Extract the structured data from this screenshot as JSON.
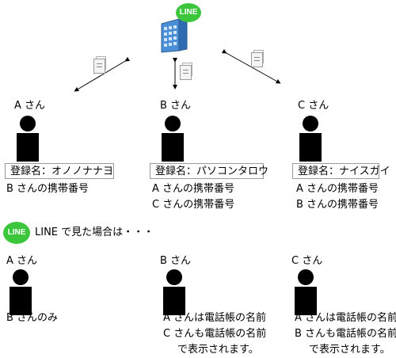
{
  "server": {
    "logo_text": "LINE"
  },
  "top": {
    "a": {
      "name": "A さん",
      "registered": "登録名：オノノナナヨ",
      "contacts": [
        "B さんの携帯番号"
      ]
    },
    "b": {
      "name": "B さん",
      "registered": "登録名：パソコンタロウ",
      "contacts": [
        "A さんの携帯番号",
        "C さんの携帯番号"
      ]
    },
    "c": {
      "name": "C さん",
      "registered": "登録名：ナイスガイ",
      "contacts": [
        "A さんの携帯番号",
        "B さんの携帯番号"
      ]
    }
  },
  "line_view": {
    "logo_text": "LINE",
    "caption": "LINE で見た場合は・・・"
  },
  "bottom": {
    "a": {
      "name": "A さん",
      "lines": [
        "B さんのみ"
      ]
    },
    "b": {
      "name": "B さん",
      "lines": [
        "A さんは電話帳の名前",
        "C さんも電話帳の名前",
        "で表示されます。"
      ]
    },
    "c": {
      "name": "C さん",
      "lines": [
        "A さんは電話帳の名前",
        "B さんも電話帳の名前",
        "で表示されます。"
      ]
    }
  },
  "colors": {
    "line_green": "#3cc63c",
    "building_blue": "#4a8fd6"
  }
}
